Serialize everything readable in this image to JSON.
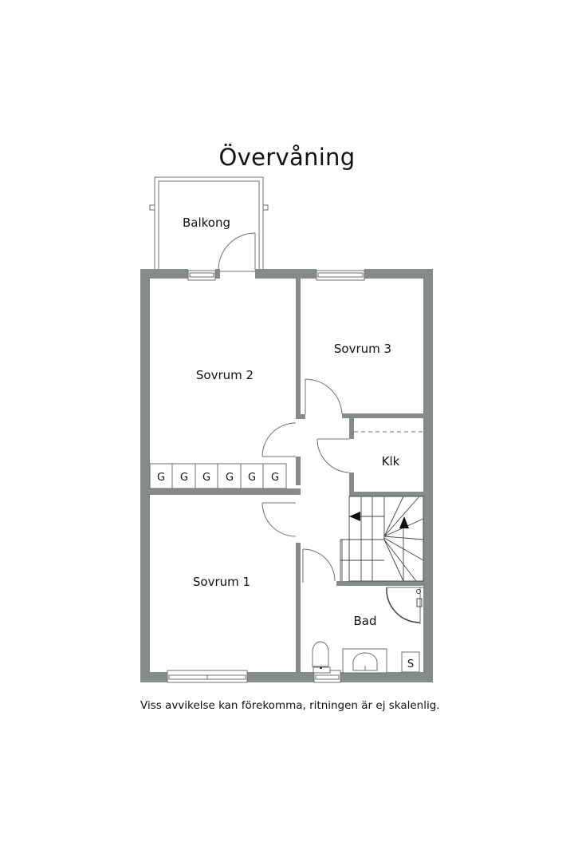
{
  "title": "Övervåning",
  "note": "Viss avvikelse kan förekomma, ritningen är ej skalenlig.",
  "rooms": {
    "balkong": "Balkong",
    "sovrum2": "Sovrum 2",
    "sovrum3": "Sovrum 3",
    "klk": "Klk",
    "sovrum1": "Sovrum 1",
    "bad": "Bad"
  },
  "wardrobes": [
    "G",
    "G",
    "G",
    "G",
    "G",
    "G"
  ],
  "bath_fixture_label": "S",
  "colors": {
    "wall": "#878a8b",
    "line": "#6d6f70",
    "text": "#111111",
    "background": "#ffffff"
  }
}
